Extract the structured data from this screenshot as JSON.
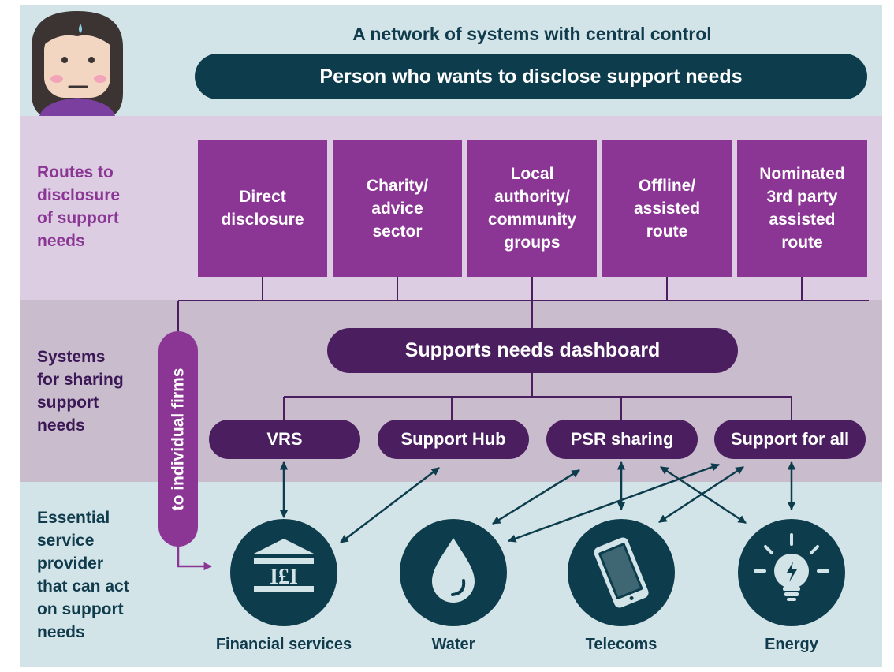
{
  "header": {
    "title": "A network of systems with central control",
    "person_label": "Person who wants to disclose support needs"
  },
  "bands": {
    "routes_label": [
      "Routes to",
      "disclosure",
      "of support",
      "needs"
    ],
    "systems_label": [
      "Systems",
      "for sharing",
      "support",
      "needs"
    ],
    "providers_label": [
      "Essential",
      "service",
      "provider",
      "that can act",
      "on support",
      "needs"
    ]
  },
  "routes": [
    {
      "lines": [
        "Direct",
        "disclosure"
      ]
    },
    {
      "lines": [
        "Charity/",
        "advice",
        "sector"
      ]
    },
    {
      "lines": [
        "Local",
        "authority/",
        "community",
        "groups"
      ]
    },
    {
      "lines": [
        "Offline/",
        "assisted",
        "route"
      ]
    },
    {
      "lines": [
        "Nominated",
        "3rd party",
        "assisted",
        "route"
      ]
    }
  ],
  "dashboard": "Supports needs dashboard",
  "firms_label": "to individual firms",
  "systems": [
    {
      "label": "VRS"
    },
    {
      "label": "Support Hub"
    },
    {
      "label": "PSR sharing"
    },
    {
      "label": "Support for all"
    }
  ],
  "providers": [
    {
      "label": "Financial services",
      "icon": "bank-icon",
      "icon_text": "I£I"
    },
    {
      "label": "Water",
      "icon": "water-drop-icon"
    },
    {
      "label": "Telecoms",
      "icon": "phone-icon"
    },
    {
      "label": "Energy",
      "icon": "lightbulb-icon"
    }
  ],
  "colors": {
    "navy": "#0d3d4c",
    "purple": "#8b3694",
    "dark_purple": "#4a1e5f",
    "teal_band": "#d3e4e8",
    "lilac_band": "#dccde3",
    "mauve_band": "#c8bccd"
  }
}
